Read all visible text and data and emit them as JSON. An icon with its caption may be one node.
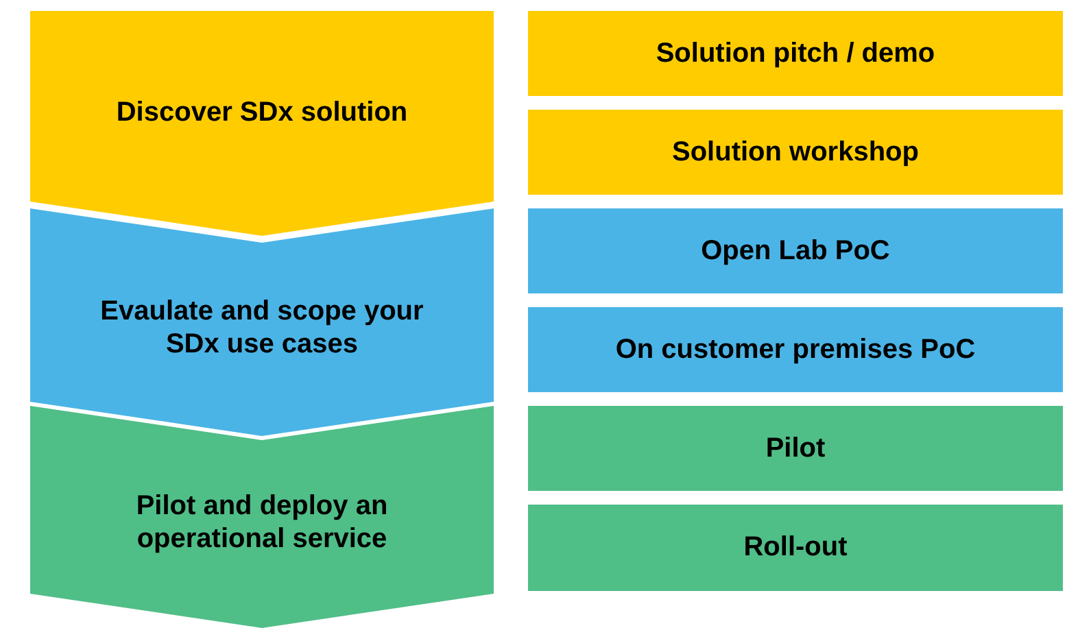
{
  "diagram": {
    "nodes": [
      {
        "text": [
          "Discover SDx solution"
        ]
      },
      {
        "text": [
          "Evaulate and scope your SDx use cases"
        ]
      },
      {
        "text": [
          "Pilot and deploy an operational service"
        ]
      },
      {
        "text": [
          "Solution pitch / demo"
        ]
      },
      {
        "text": [
          "Solution workshop"
        ]
      },
      {
        "text": [
          "Open Lab PoC"
        ]
      },
      {
        "text": [
          "On customer premises PoC"
        ]
      },
      {
        "text": [
          "Pilot"
        ]
      },
      {
        "text": [
          "Roll-out"
        ]
      }
    ]
  }
}
